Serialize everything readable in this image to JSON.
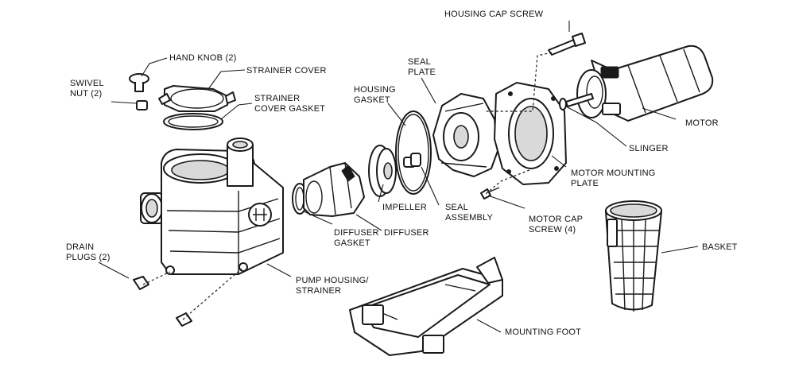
{
  "labels": {
    "housing_cap_screw": "HOUSING CAP SCREW",
    "hand_knob": "HAND KNOB (2)",
    "strainer_cover": "STRAINER COVER",
    "swivel_nut": [
      "SWIVEL",
      "NUT (2)"
    ],
    "strainer_cover_gasket": [
      "STRAINER",
      "COVER GASKET"
    ],
    "seal_plate": [
      "SEAL",
      "PLATE"
    ],
    "housing_gasket": [
      "HOUSING",
      "GASKET"
    ],
    "motor": "MOTOR",
    "slinger": "SLINGER",
    "motor_mounting_plate": [
      "MOTOR MOUNTING",
      "PLATE"
    ],
    "impeller": "IMPELLER",
    "seal_assembly": [
      "SEAL",
      "ASSEMBLY"
    ],
    "motor_cap_screw": [
      "MOTOR CAP",
      "SCREW (4)"
    ],
    "diffuser": "DIFFUSER",
    "diffuser_gasket": [
      "DIFFUSER",
      "GASKET"
    ],
    "basket": "BASKET",
    "drain_plugs": [
      "DRAIN",
      "PLUGS (2)"
    ],
    "pump_housing": [
      "PUMP HOUSING/",
      "STRAINER"
    ],
    "mounting_foot": "MOUNTING FOOT"
  }
}
